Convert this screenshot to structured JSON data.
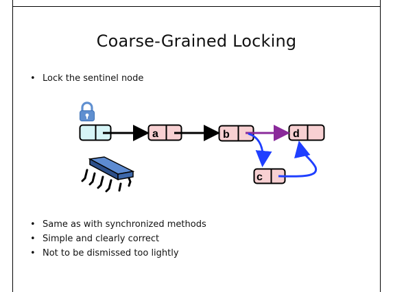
{
  "slide": {
    "title": "Coarse-Grained Locking",
    "intro_bullets": [
      "Lock the sentinel node"
    ],
    "bullets": [
      "Same as with synchronized methods",
      "Simple and clearly correct",
      "Not to be dismissed too lightly"
    ]
  },
  "diagram": {
    "nodes": [
      {
        "id": "sentinel",
        "label": ""
      },
      {
        "id": "a",
        "label": "a"
      },
      {
        "id": "b",
        "label": "b"
      },
      {
        "id": "c",
        "label": "c"
      },
      {
        "id": "d",
        "label": "d"
      }
    ],
    "icons": [
      "lock-icon",
      "thread-chip-icon"
    ],
    "colors": {
      "sentinel_fill": "#d6f5f7",
      "node_fill": "#f7d0d2",
      "list_arrow": "#000000",
      "new_link_arrow": "#8a2a9a",
      "insert_arrow": "#1f3fff",
      "lock": "#5f8fd0",
      "chip": "#5d8bd1"
    }
  }
}
